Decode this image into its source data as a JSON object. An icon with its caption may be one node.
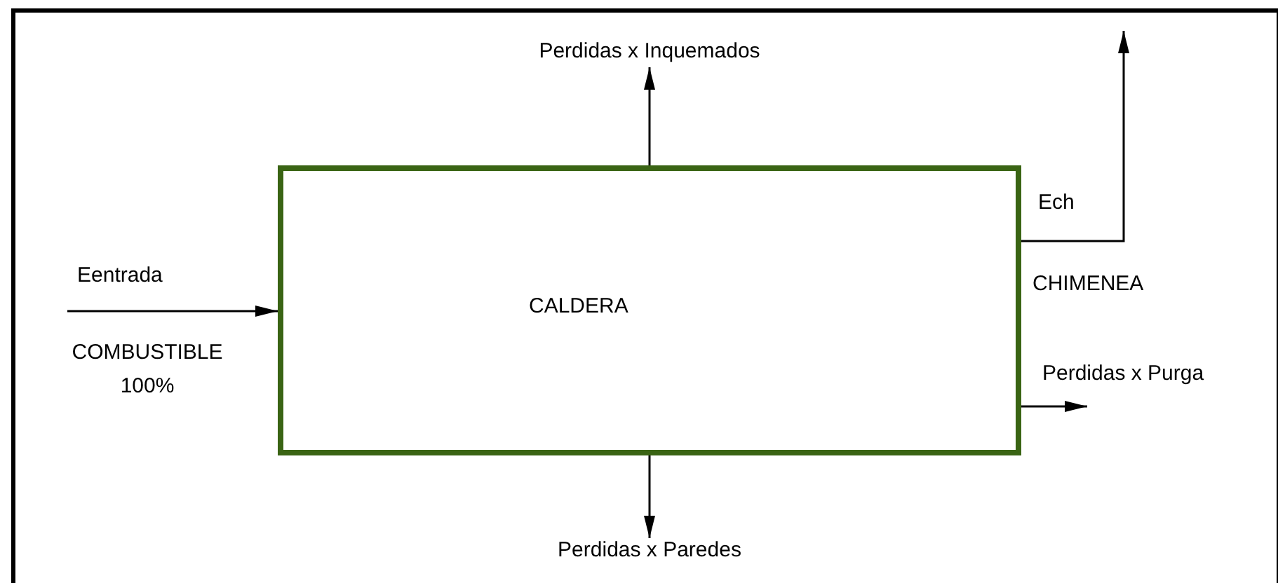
{
  "diagram": {
    "nodes": [
      {
        "text": [
          "CALDERA"
        ]
      },
      {
        "text": [
          "Perdidas x Inquemados"
        ]
      },
      {
        "text": [
          "Perdidas x Paredes"
        ]
      }
    ],
    "edges": [
      {
        "from": null,
        "to": 0,
        "arrow": "to",
        "label": "Eentrada"
      },
      {
        "from": 0,
        "to": 1,
        "arrow": "to"
      },
      {
        "from": 0,
        "to": 2,
        "arrow": "to"
      },
      {
        "from": 0,
        "to": null,
        "arrow": "to",
        "label": "Ech"
      },
      {
        "from": 0,
        "to": null,
        "arrow": "to",
        "label": "Perdidas x Purga"
      }
    ],
    "labels": [
      "COMBUSTIBLE 100%",
      "CHIMENEA"
    ]
  }
}
